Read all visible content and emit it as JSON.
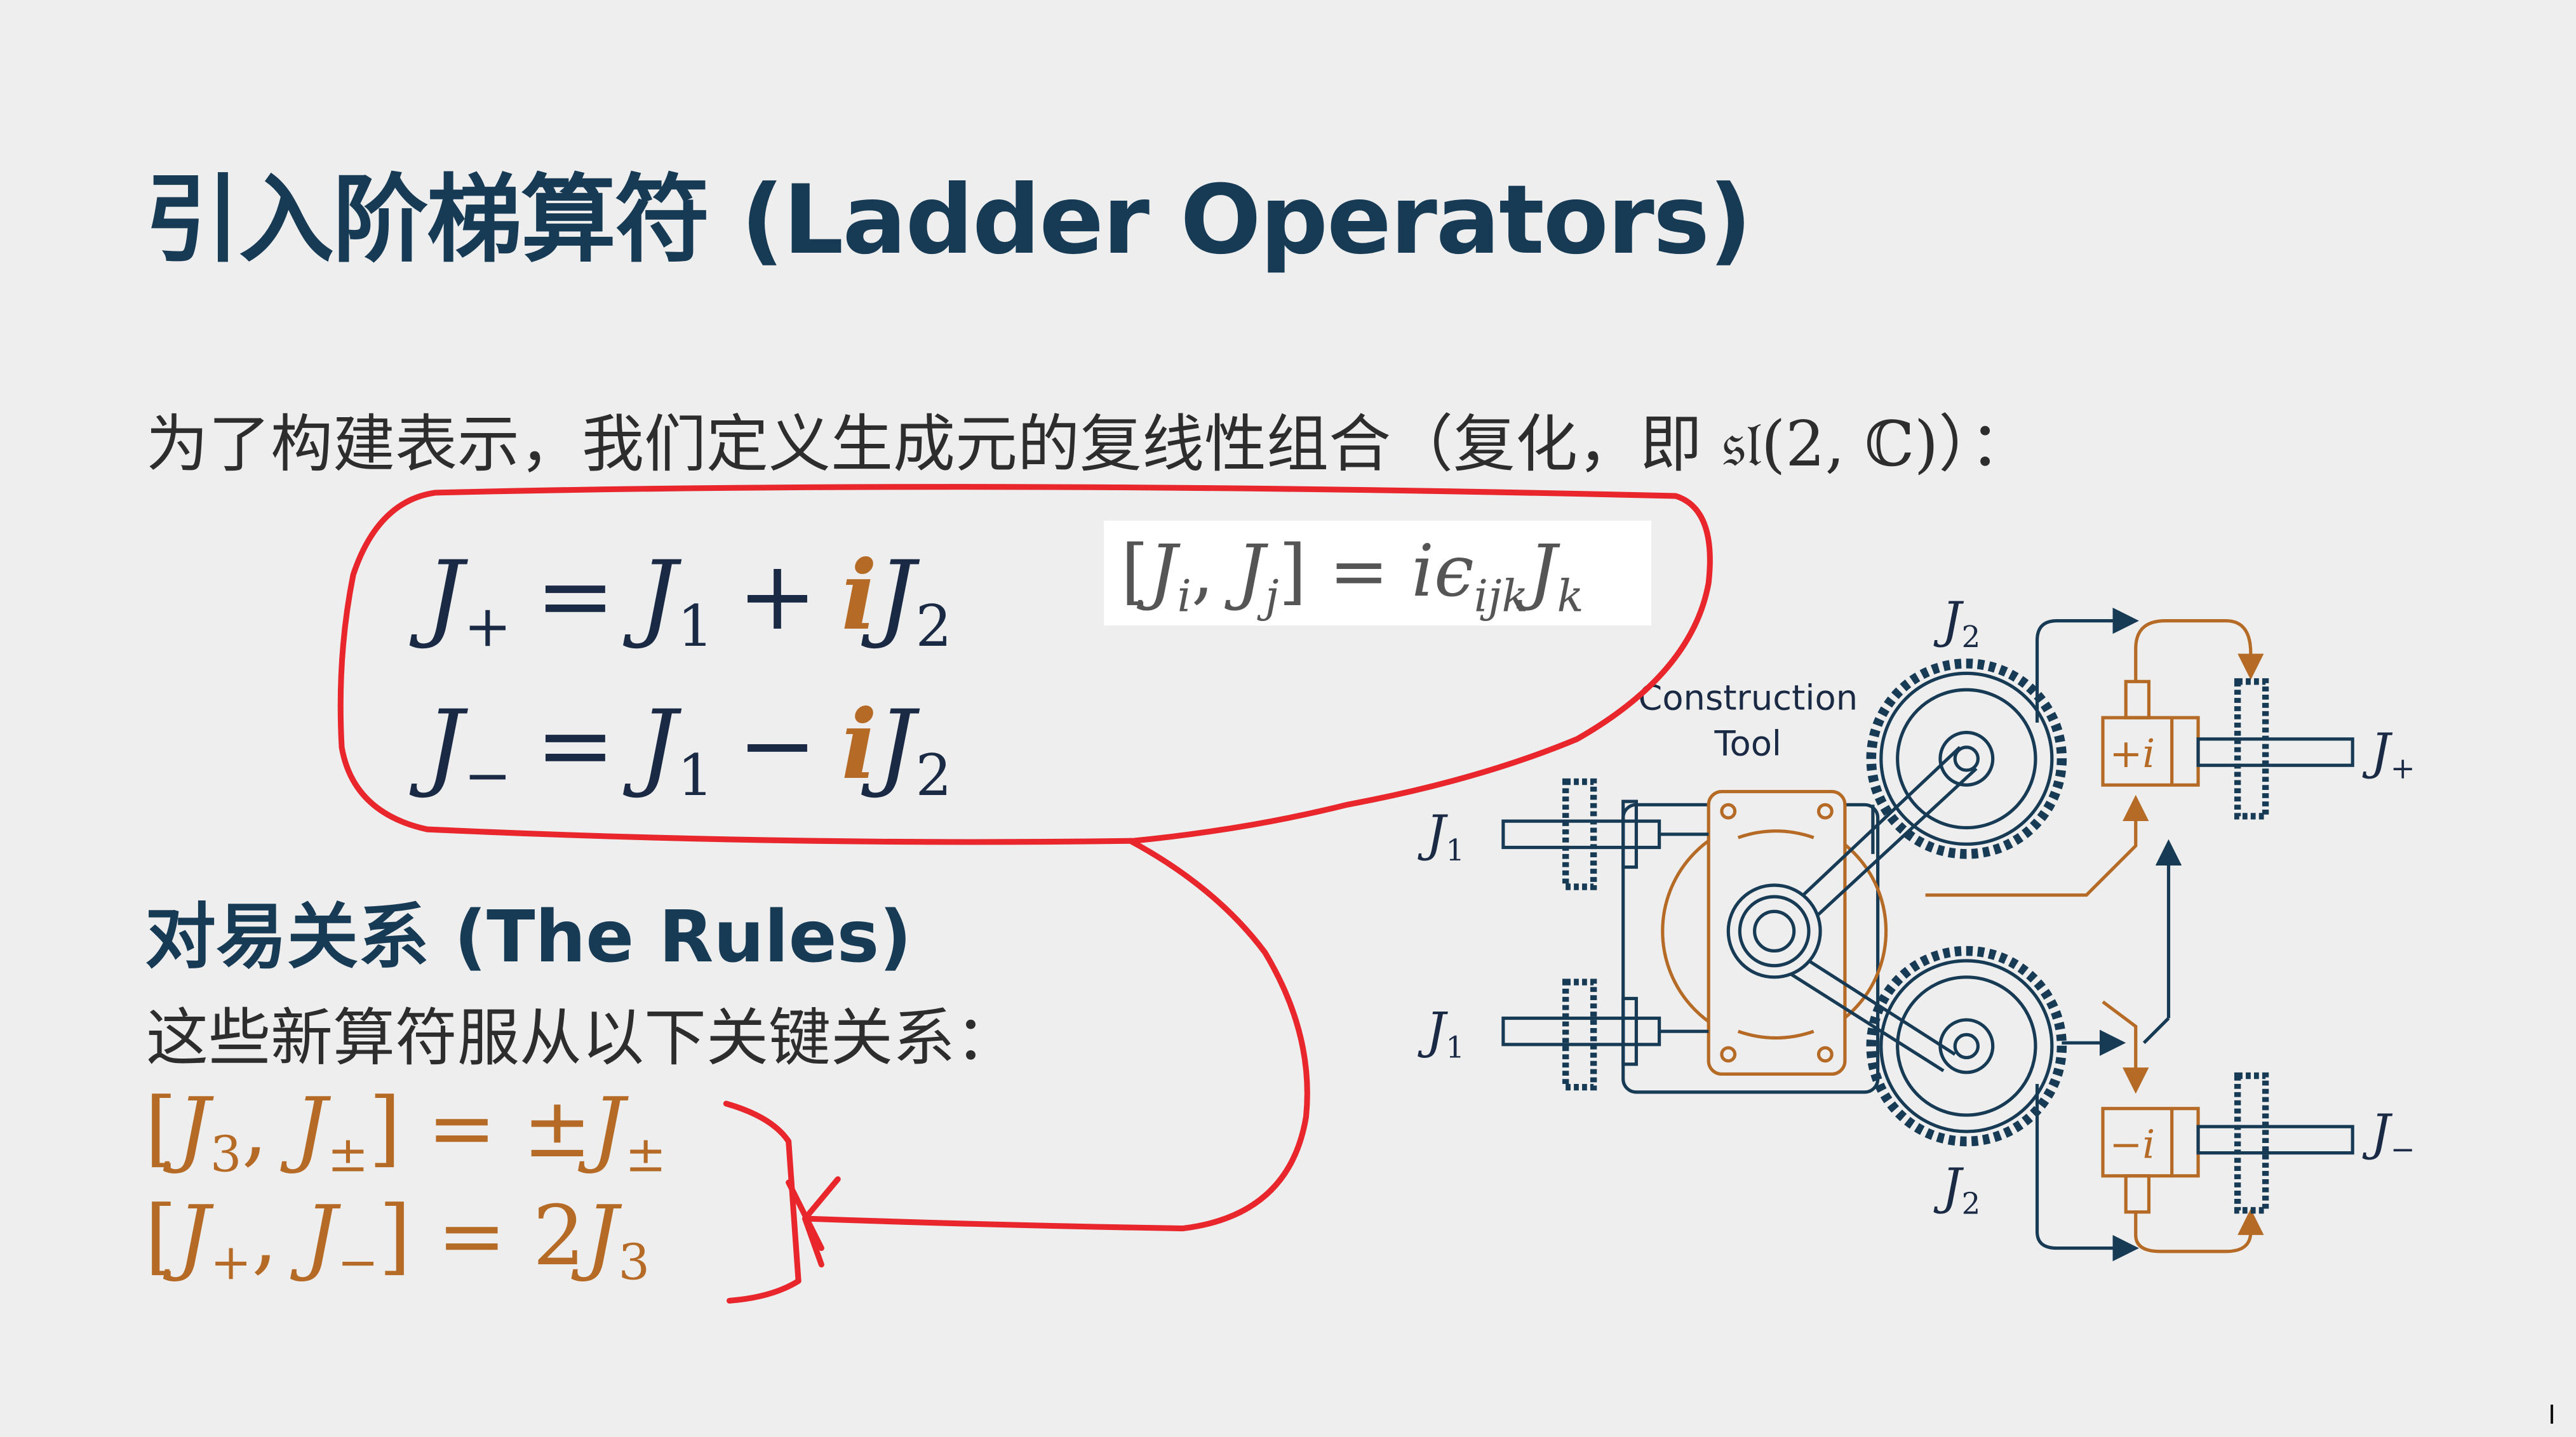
{
  "title": "引入阶梯算符 (Ladder Operators)",
  "intro": {
    "text": "为了构建表示，我们定义生成元的复线性组合（复化，即 ",
    "algebra": "𝔰𝔩(2, ℂ)",
    "end": "）："
  },
  "eq_plus": {
    "lhs": "J",
    "lhs_sub": "+",
    "eq": "=",
    "a": "J",
    "a_sub": "1",
    "op": "+",
    "i": "i",
    "b": "J",
    "b_sub": "2"
  },
  "eq_minus": {
    "lhs": "J",
    "lhs_sub": "−",
    "eq": "=",
    "a": "J",
    "a_sub": "1",
    "op": "−",
    "i": "i",
    "b": "J",
    "b_sub": "2"
  },
  "commutator": {
    "open": "[",
    "a": "J",
    "a_sub": "i",
    "comma": ", ",
    "b": "J",
    "b_sub": "j",
    "close": "]",
    "eq": " = ",
    "i": "i",
    "eps": "ϵ",
    "eps_sub": "ijk",
    "c": "J",
    "c_sub": "k"
  },
  "rules": {
    "heading": "对易关系 (The Rules)",
    "text": "这些新算符服从以下关键关系：",
    "rule1": {
      "open": "[",
      "a": "J",
      "a_sub": "3",
      "comma": ", ",
      "b": "J",
      "b_sub": "±",
      "close": "]",
      "eq": " = ±",
      "c": "J",
      "c_sub": "±"
    },
    "rule2": {
      "open": "[",
      "a": "J",
      "a_sub": "+",
      "comma": ", ",
      "b": "J",
      "b_sub": "−",
      "close": "]",
      "eq": " = 2",
      "c": "J",
      "c_sub": "3"
    }
  },
  "diagram": {
    "label_tool_1": "Construction",
    "label_tool_2": "Tool",
    "j1": "J",
    "j1_sub": "1",
    "j2": "J",
    "j2_sub": "2",
    "jplus": "J",
    "jplus_sub": "+",
    "jminus": "J",
    "jminus_sub": "−",
    "plus_i": "+i",
    "minus_i": "−i"
  },
  "colors": {
    "navy": "#173a55",
    "orange": "#b56b26",
    "annotation_red": "#e8262b",
    "background": "#eeeeee"
  }
}
